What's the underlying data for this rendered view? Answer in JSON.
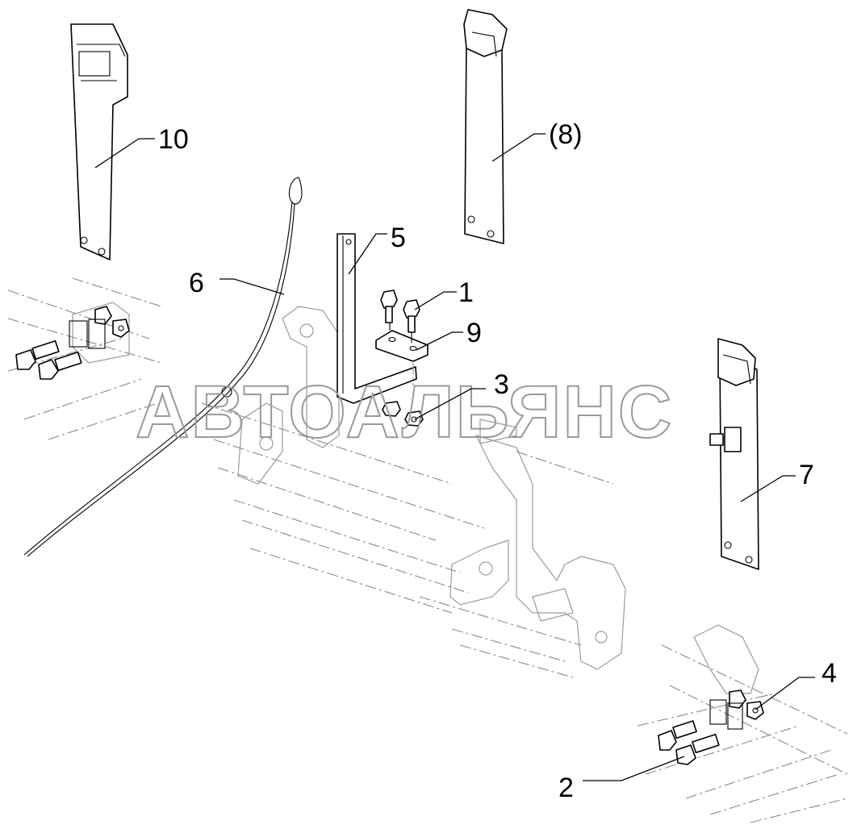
{
  "watermark": "АВТОАЛЬЯНС",
  "callouts": {
    "c1": "1",
    "c2": "2",
    "c3": "3",
    "c4": "4",
    "c5": "5",
    "c6": "6",
    "c7": "7",
    "c8": "(8)",
    "c9": "9",
    "c10": "10"
  },
  "colors": {
    "line": "#000000",
    "ghost": "#8a8a8a",
    "watermark": "#9a9a9a",
    "background": "#ffffff"
  }
}
